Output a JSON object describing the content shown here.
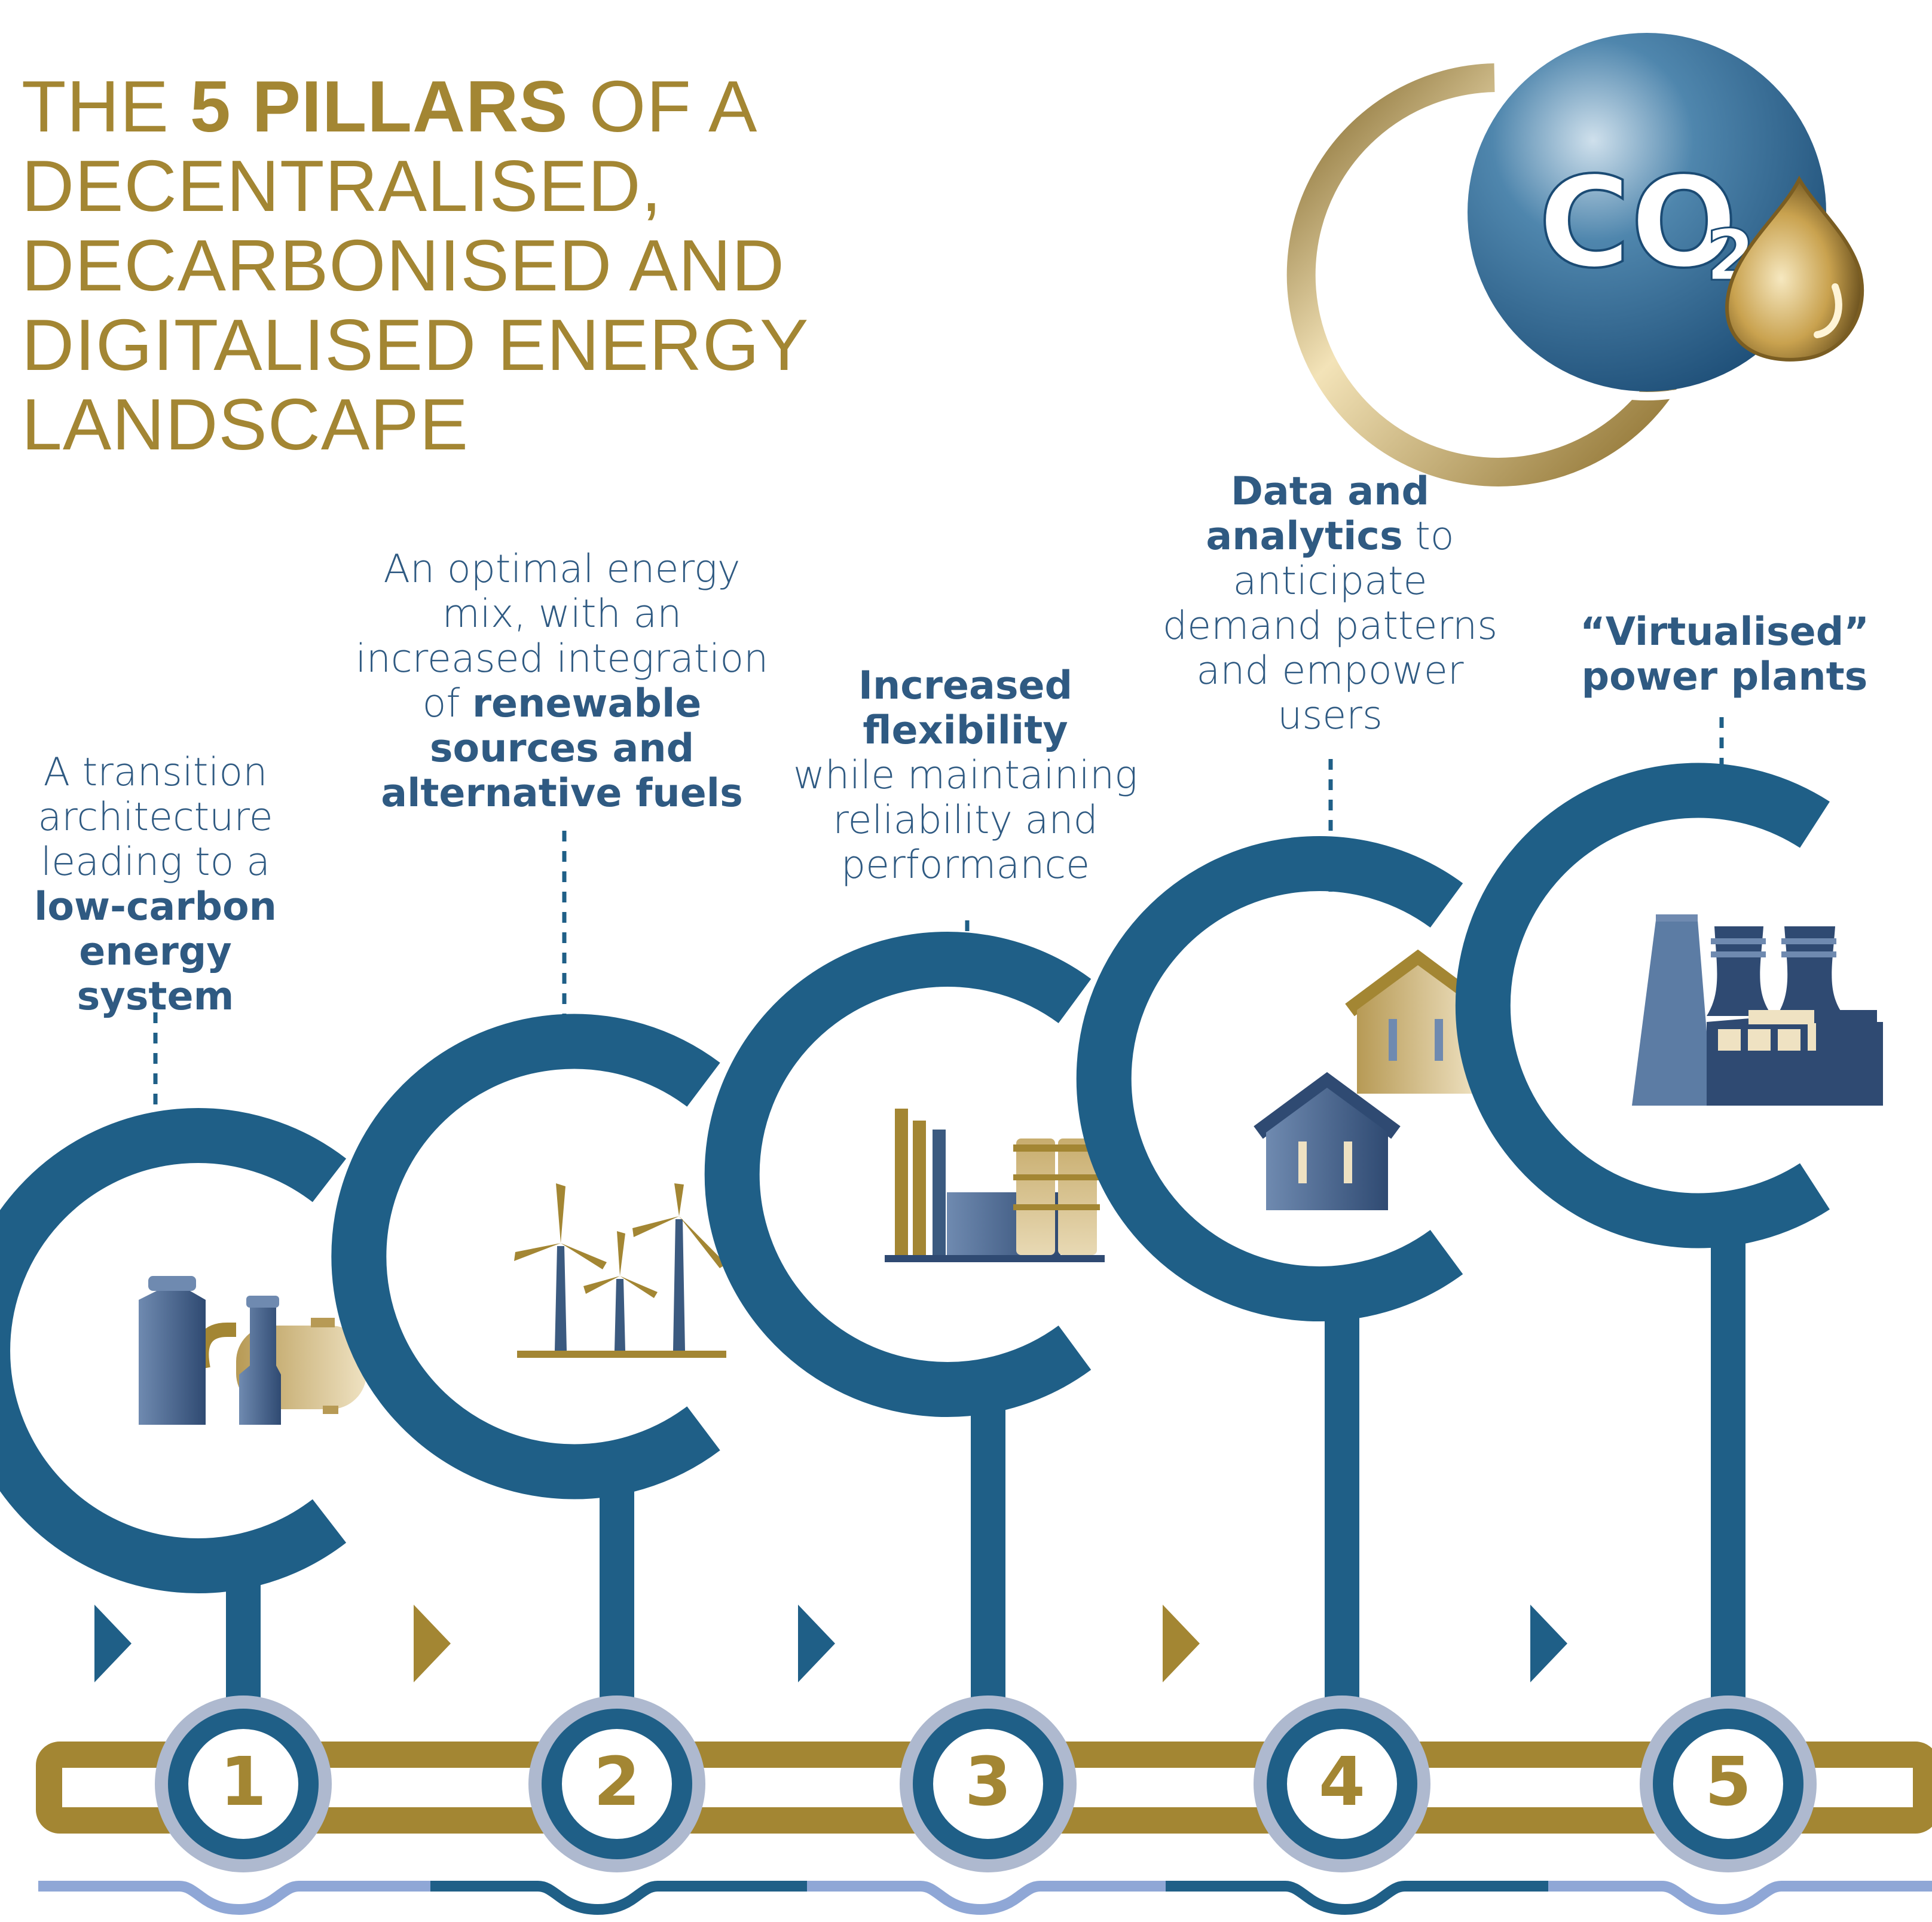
{
  "title": {
    "line1_pre": "THE ",
    "line1_bold": "5 PILLARS",
    "line1_post": " OF A",
    "line2": "DECENTRALISED,",
    "line3": "DECARBONISED AND",
    "line4": "DIGITALISED ENERGY",
    "line5": "LANDSCAPE"
  },
  "logo": {
    "text": "CO",
    "subscript": "2"
  },
  "colors": {
    "navy": "#1f5f87",
    "gold": "#a38633",
    "light_ring": "#aeb9cf",
    "text_blue": "#2f5a82",
    "wave_light": "#8fa7d6",
    "wave_dark": "#1f5f87"
  },
  "pillars": [
    {
      "number": "1",
      "icon": "compressor-tanks-icon",
      "text": {
        "p1": "A transition",
        "p2": "architecture",
        "p3": "leading to a",
        "b1": "low-carbon",
        "b2": "energy system"
      }
    },
    {
      "number": "2",
      "icon": "wind-turbines-icon",
      "text": {
        "p1": "An optimal energy",
        "p2": "mix, with an",
        "p3": "increased integration",
        "p4": "of ",
        "b1": "renewable",
        "b2": "sources and",
        "b3": "alternative fuels"
      }
    },
    {
      "number": "3",
      "icon": "refinery-icon",
      "text": {
        "b1": "Increased",
        "b2": "flexibility",
        "p1": "while maintaining",
        "p2": "reliability and",
        "p3": "performance"
      }
    },
    {
      "number": "4",
      "icon": "houses-icon",
      "text": {
        "b1": "Data and",
        "b2": "analytics",
        "p1": " to",
        "p2": "anticipate",
        "p3": "demand patterns",
        "p4": "and empower",
        "p5": "users"
      }
    },
    {
      "number": "5",
      "icon": "power-plant-icon",
      "text": {
        "b1": "“Virtualised”",
        "b2": "power plants"
      }
    }
  ]
}
